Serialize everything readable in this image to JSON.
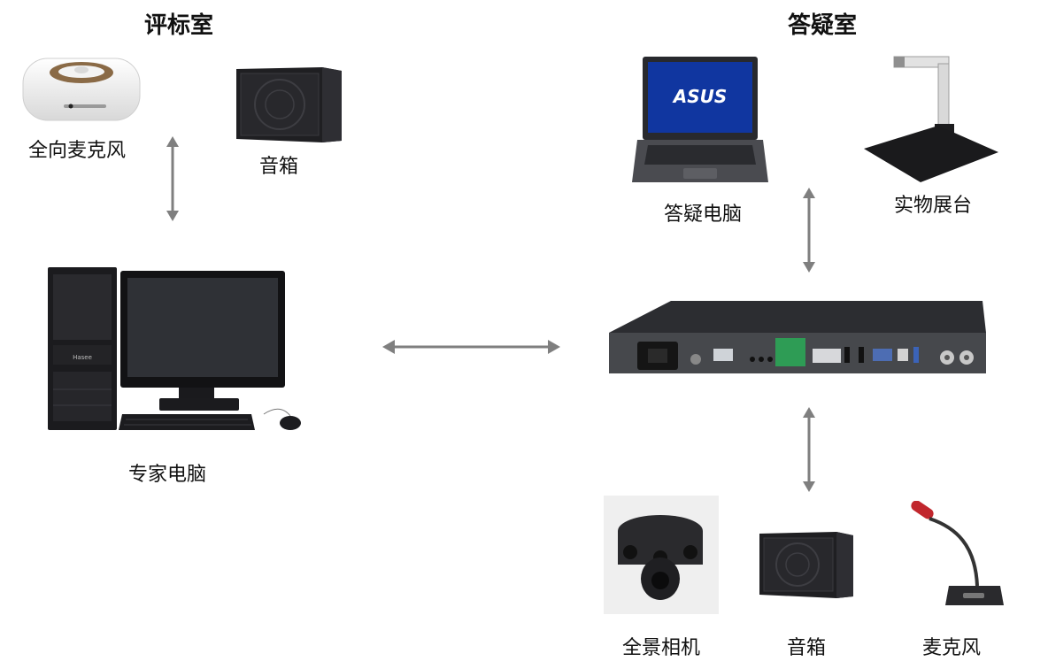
{
  "rooms": {
    "evaluation": "评标室",
    "qa": "答疑室"
  },
  "devices": {
    "omni_mic": "全向麦克风",
    "speaker_left": "音箱",
    "expert_pc": "专家电脑",
    "qa_pc": "答疑电脑",
    "visualizer": "实物展台",
    "camera": "全景相机",
    "speaker_right": "音箱",
    "mic": "麦克风"
  },
  "brands": {
    "laptop": "ASUS",
    "desktop": "Hasee"
  },
  "colors": {
    "arrow": "#7f7f7f",
    "device_dark": "#2b2b2e",
    "device_panel": "#45474b"
  }
}
